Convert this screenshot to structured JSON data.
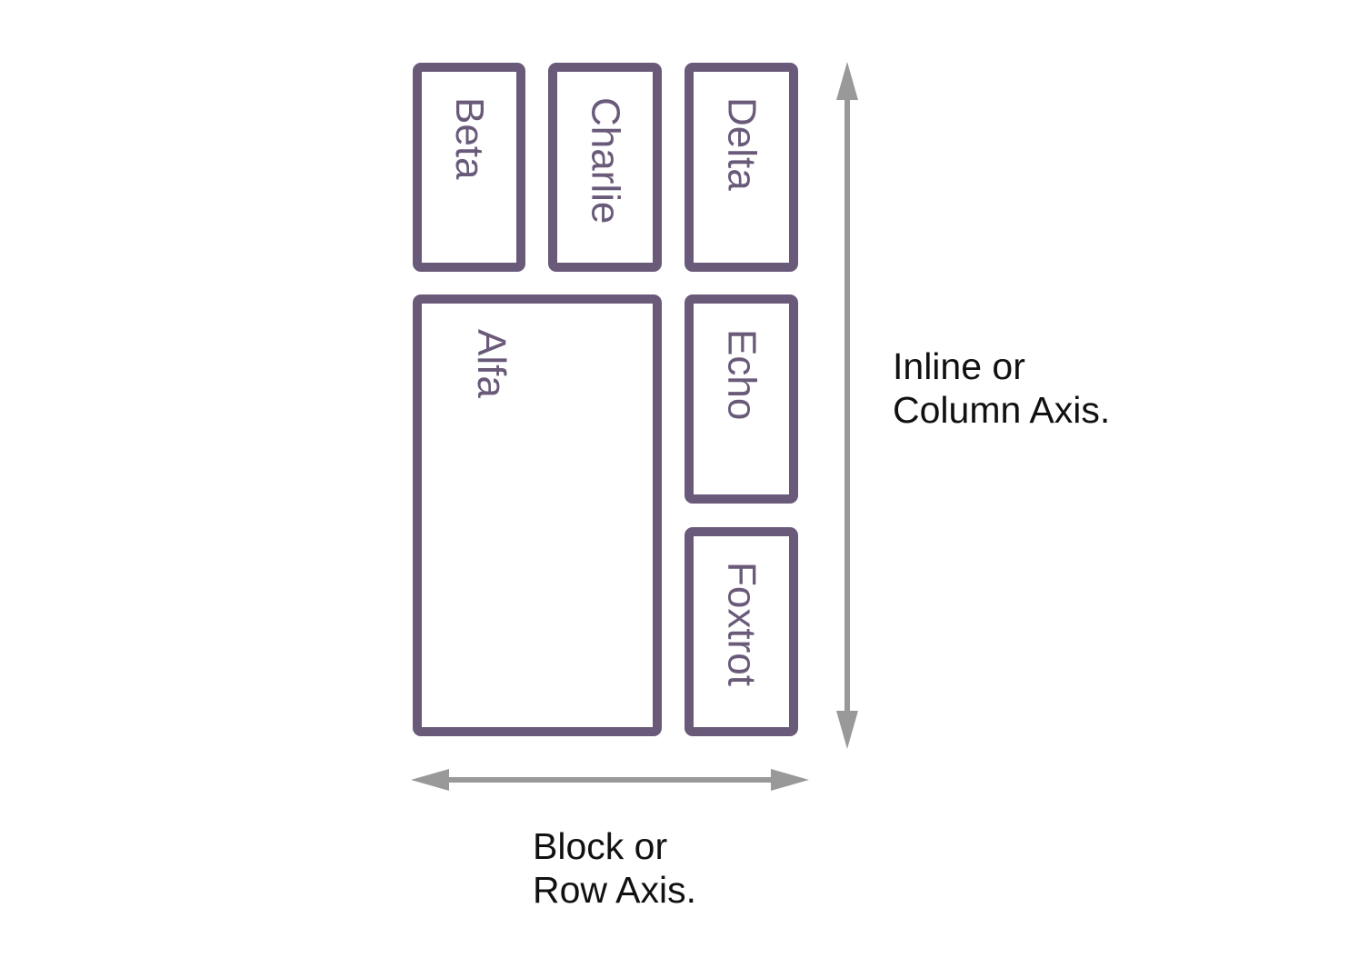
{
  "items": {
    "alfa": "Alfa",
    "beta": "Beta",
    "charlie": "Charlie",
    "delta": "Delta",
    "echo": "Echo",
    "foxtrot": "Foxtrot"
  },
  "axes": {
    "column": {
      "line1": "Inline or",
      "line2": "Column Axis."
    },
    "row": {
      "line1": "Block or",
      "line2": "Row Axis."
    }
  },
  "colors": {
    "item_border": "#6a5a7a",
    "arrow": "#999999",
    "text": "#111111"
  }
}
